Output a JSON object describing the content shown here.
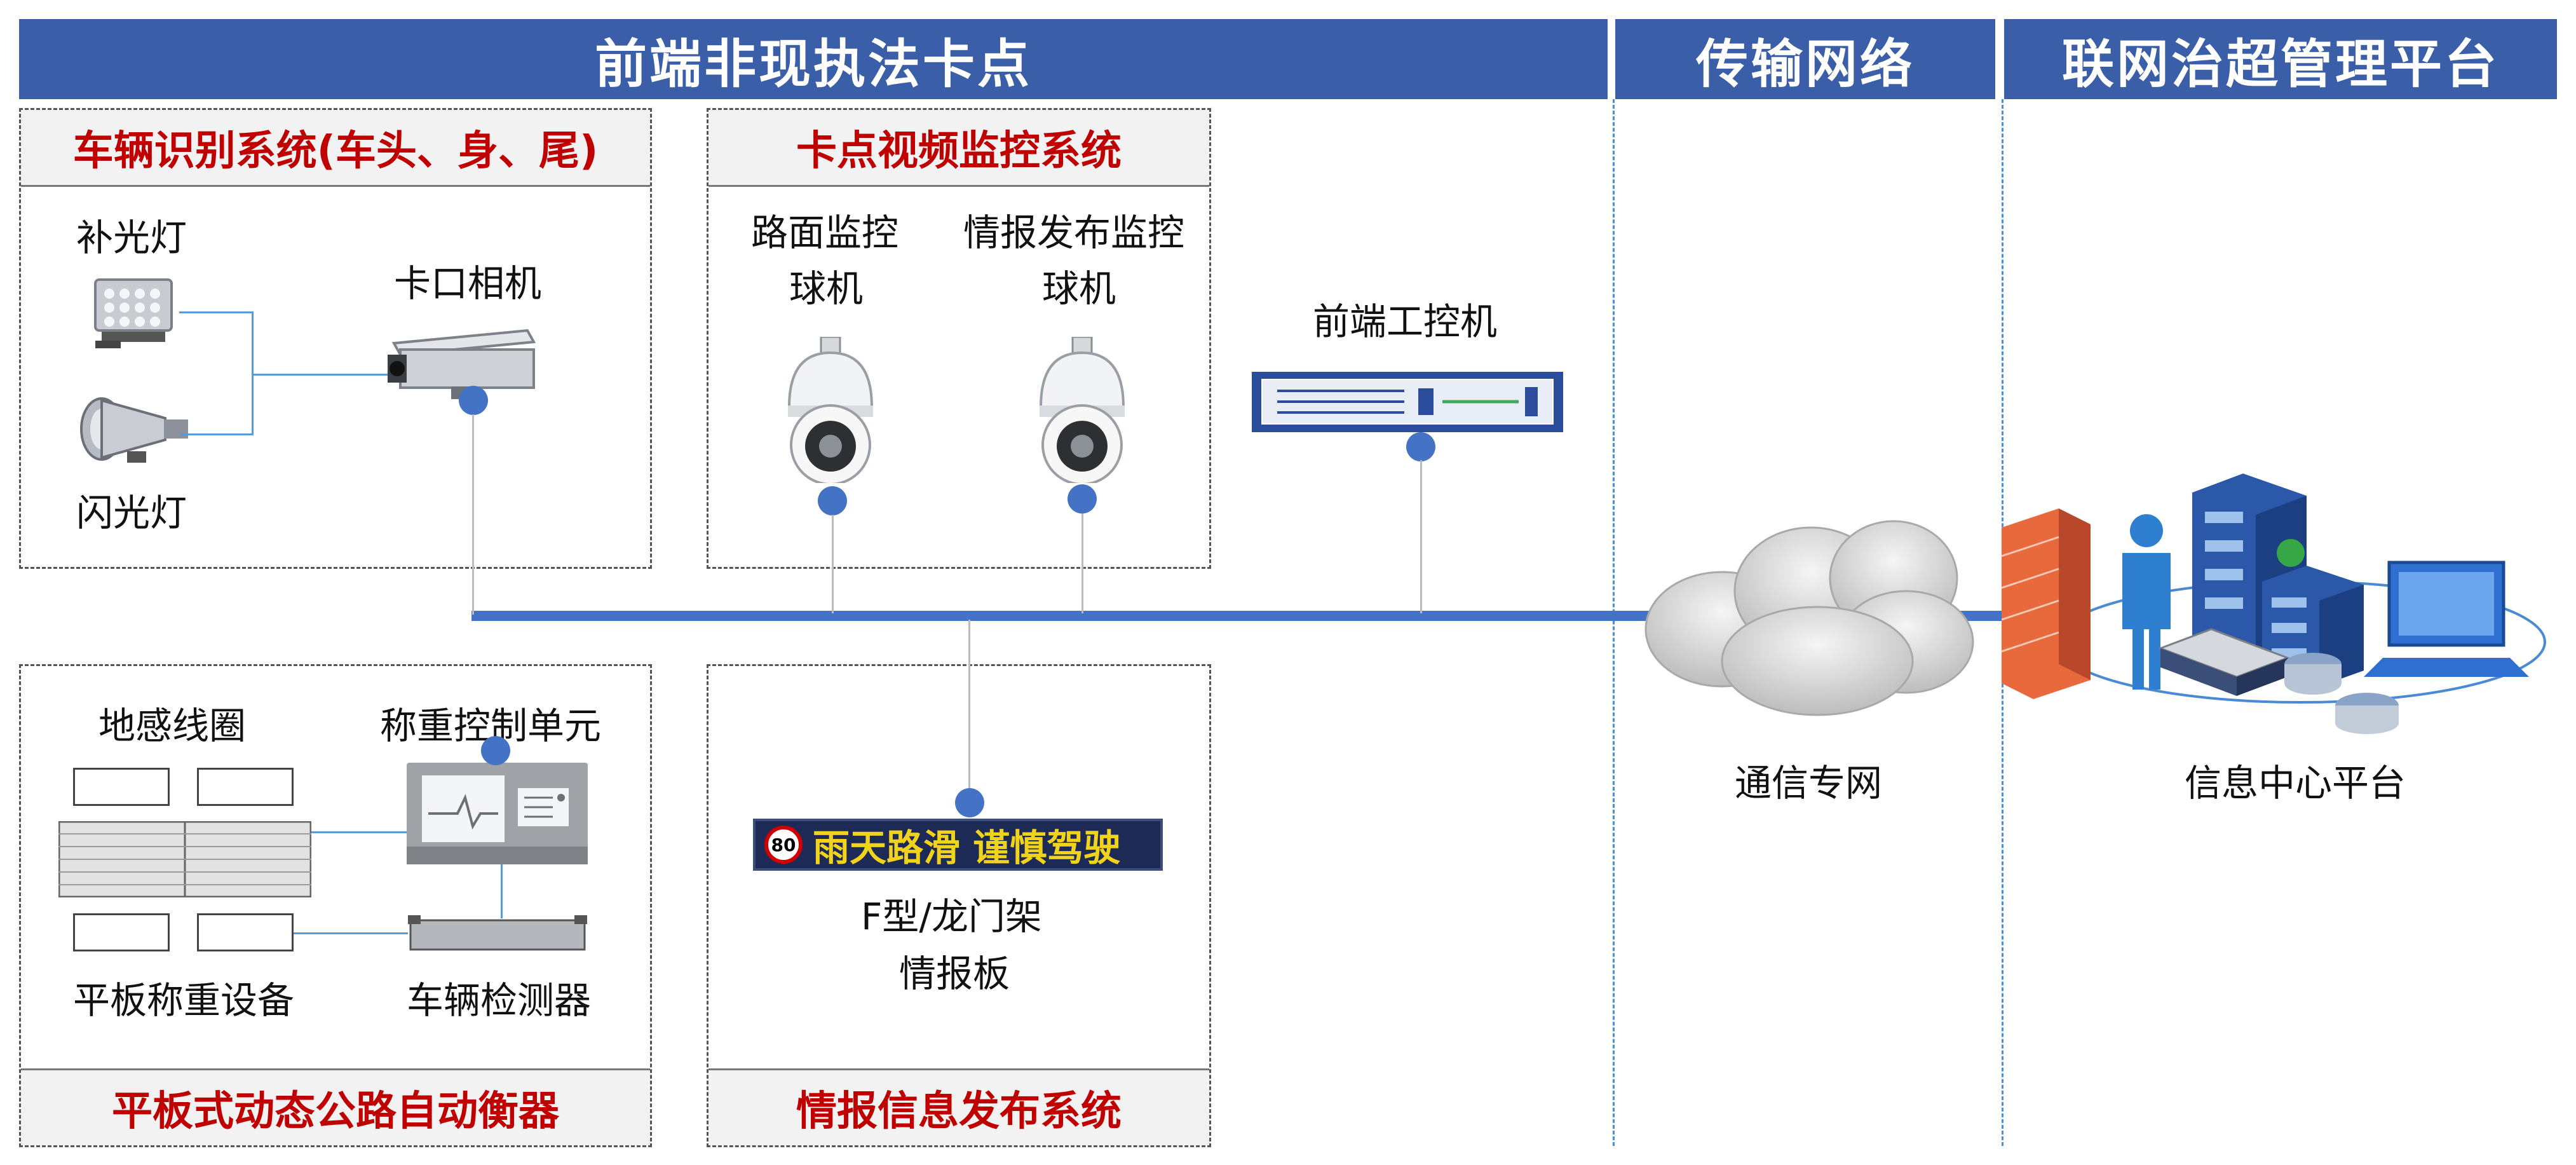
{
  "headers": {
    "frontend": "前端非现执法卡点",
    "network": "传输网络",
    "platform": "联网治超管理平台"
  },
  "boxes": {
    "vehicle_id": {
      "title": "车辆识别系统(车头、身、尾)"
    },
    "video": {
      "title": "卡点视频监控系统"
    },
    "weigh": {
      "title": "平板式动态公路自动衡器"
    },
    "info": {
      "title": "情报信息发布系统"
    }
  },
  "devices": {
    "fill_light": "补光灯",
    "flash_light": "闪光灯",
    "camera": "卡口相机",
    "road_dome_1": "路面监控",
    "road_dome_2": "球机",
    "info_dome_1": "情报发布监控",
    "info_dome_2": "球机",
    "ipc": "前端工控机",
    "loop": "地感线圈",
    "weigh_ctrl": "称重控制单元",
    "plate_scale": "平板称重设备",
    "detector": "车辆检测器",
    "vms_1": "F型/龙门架",
    "vms_2": "情报板",
    "network_label": "通信专网",
    "center_label": "信息中心平台"
  },
  "vms_sign": {
    "speed": "80",
    "message": "雨天路滑 谨慎驾驶"
  },
  "colors": {
    "header_bg": "#3b5ea8",
    "title_red": "#c00000",
    "dot_blue": "#4472c4",
    "bus_blue": "#4472c4"
  }
}
